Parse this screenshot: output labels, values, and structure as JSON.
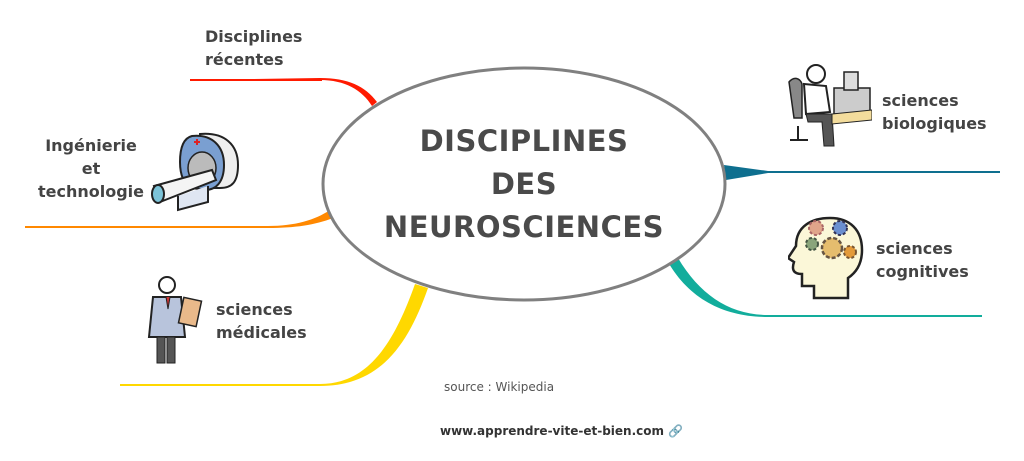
{
  "center": {
    "lines": [
      "DISCIPLINES",
      "DES",
      "NEUROSCIENCES"
    ]
  },
  "branches": {
    "recentes": {
      "lines": [
        "Disciplines",
        "récentes"
      ],
      "color": "#ff1a00"
    },
    "ingenierie": {
      "lines": [
        "Ingénierie",
        "et",
        "technologie"
      ],
      "color": "#ff8800"
    },
    "medicales": {
      "lines": [
        "sciences",
        "médicales"
      ],
      "color": "#ffd800"
    },
    "biologiques": {
      "lines": [
        "sciences",
        "biologiques"
      ],
      "color": "#0e6f8f"
    },
    "cognitives": {
      "lines": [
        "sciences",
        "cognitives"
      ],
      "color": "#12ad9c"
    }
  },
  "source": "source : Wikipedia",
  "site": "www.apprendre-vite-et-bien.com",
  "icons": {
    "link": "link-icon",
    "mri": "mri-scanner-icon",
    "doctor": "doctor-icon",
    "lab": "lab-scientist-icon",
    "head": "head-gears-icon"
  }
}
